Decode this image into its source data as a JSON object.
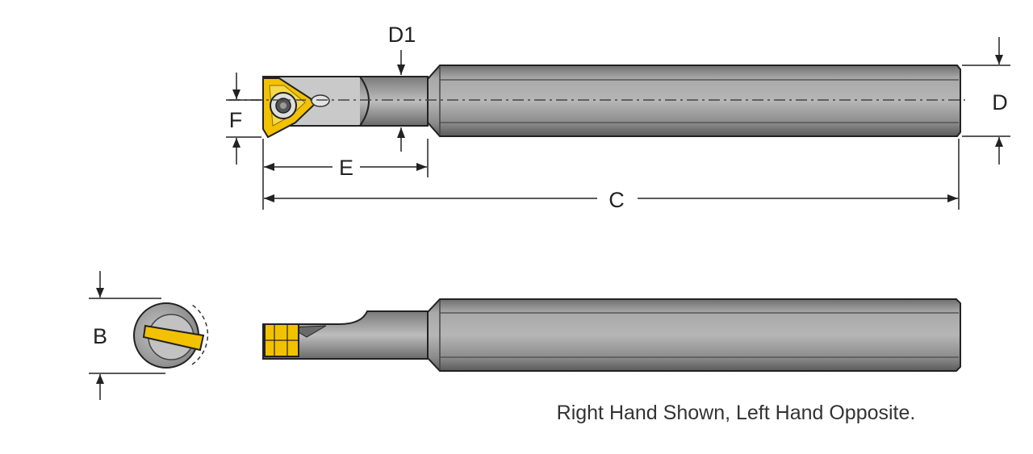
{
  "labels": {
    "d1": "D1",
    "d": "D",
    "f": "F",
    "e": "E",
    "c": "C",
    "b": "B"
  },
  "caption": "Right Hand Shown, Left Hand Opposite.",
  "colors": {
    "bar_fill": "#9a9a9a",
    "bar_dark": "#555555",
    "bar_light": "#c8c8c8",
    "insert": "#f2c200",
    "outline": "#222222"
  }
}
